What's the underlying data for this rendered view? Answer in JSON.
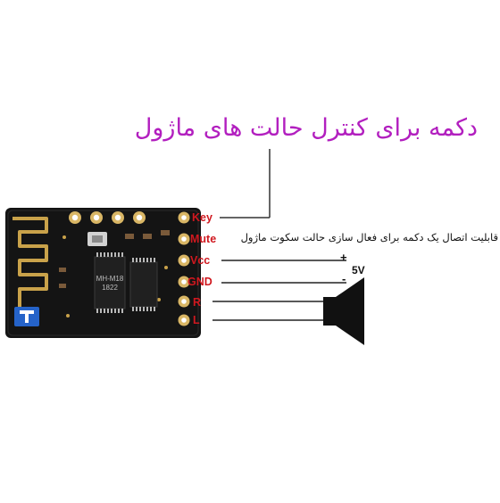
{
  "title": "دکمه برای کنترل حالت های ماژول",
  "note": "قابلیت اتصال یک دکمه برای فعال سازی حالت سکوت ماژول",
  "pins": [
    "Key",
    "Mute",
    "Vcc",
    "GND",
    "R",
    "L"
  ],
  "supply": {
    "plus": "+",
    "voltage": "5V",
    "minus": "-"
  },
  "chip": {
    "line1": "MH-M18",
    "line2": "1822"
  },
  "colors": {
    "title": "#b21fbf",
    "pin_label": "#d0181f",
    "board": "#141414",
    "antenna": "#c9a24a"
  }
}
